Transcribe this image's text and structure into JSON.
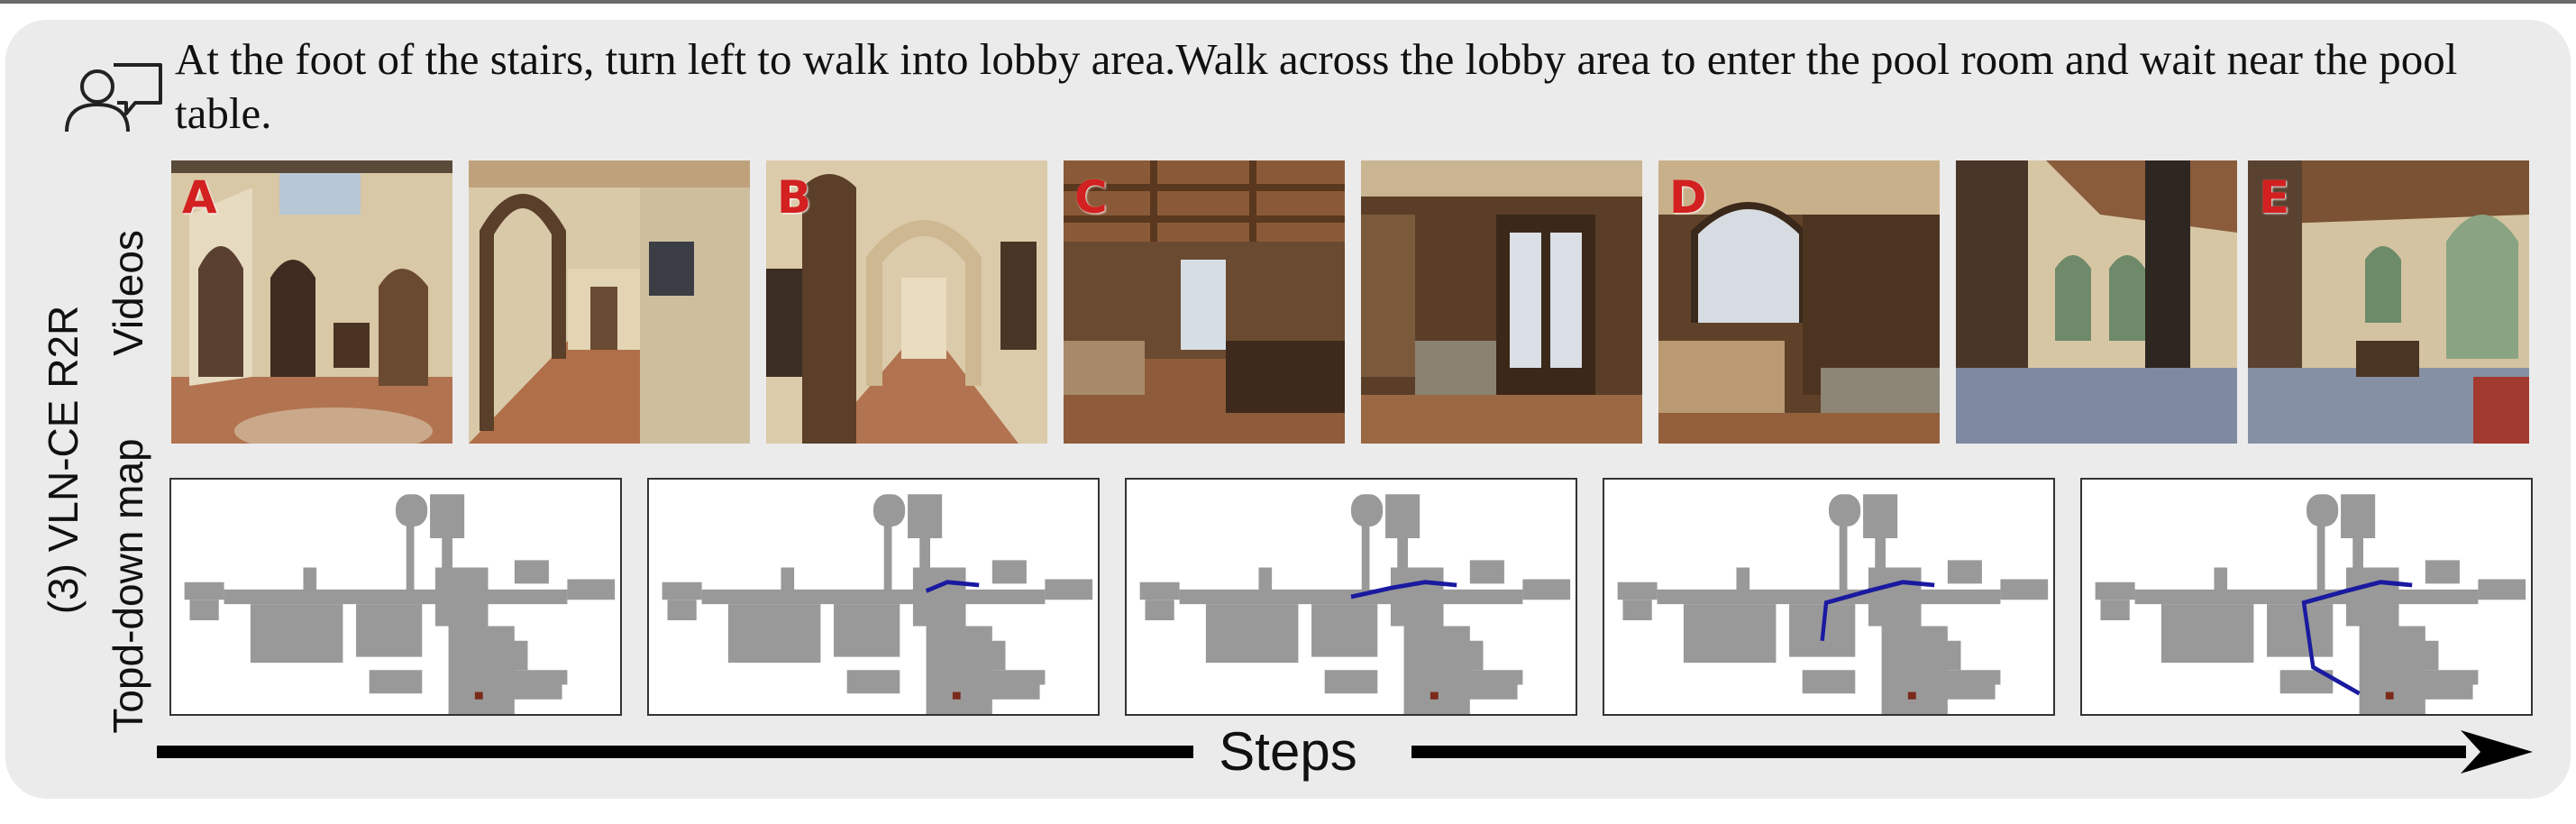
{
  "instruction": "At the foot of the stairs, turn left to walk into lobby area.Walk across the lobby area to enter the pool room and wait near the pool table.",
  "labels": {
    "dataset": "(3) VLN-CE R2R",
    "videos": "Videos",
    "topdown": "Topd-down map",
    "steps": "Steps"
  },
  "icons": {
    "instruction": "chat-person-icon"
  },
  "frames": [
    {
      "letter": "A",
      "scene": "entry hallway with arched doorways"
    },
    {
      "letter": "",
      "scene": "arched corridor"
    },
    {
      "letter": "B",
      "scene": "arched corridor with wooden door"
    },
    {
      "letter": "C",
      "scene": "lobby with wooden beam ceiling"
    },
    {
      "letter": "",
      "scene": "wood paneled room with glass doors"
    },
    {
      "letter": "D",
      "scene": "wood paneled lounge"
    },
    {
      "letter": "",
      "scene": "room with arched windows"
    },
    {
      "letter": "E",
      "scene": "pool room with pool table"
    }
  ],
  "colors": {
    "path": "#1a1aa0",
    "floor": "#999999",
    "accent_letter": "#d32020",
    "panel": "#ebebeb"
  }
}
